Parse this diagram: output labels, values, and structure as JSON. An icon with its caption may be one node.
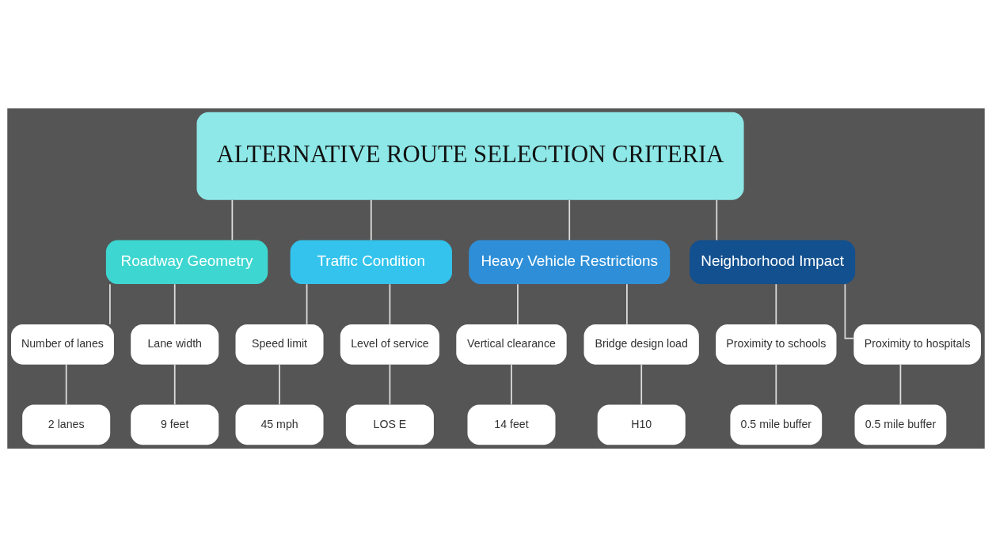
{
  "diagram": {
    "nodes": [
      {
        "text": [
          "ALTERNATIVE ROUTE SELECTION CRITERIA"
        ]
      },
      {
        "text": [
          "Roadway Geometry"
        ]
      },
      {
        "text": [
          "Traffic Condition"
        ]
      },
      {
        "text": [
          "Heavy Vehicle Restrictions"
        ]
      },
      {
        "text": [
          "Neighborhood Impact"
        ]
      },
      {
        "text": [
          "Number of lanes"
        ]
      },
      {
        "text": [
          "Lane width"
        ]
      },
      {
        "text": [
          "Speed limit"
        ]
      },
      {
        "text": [
          "Level of service"
        ]
      },
      {
        "text": [
          "Vertical clearance"
        ]
      },
      {
        "text": [
          "Bridge design load"
        ]
      },
      {
        "text": [
          "Proximity to schools"
        ]
      },
      {
        "text": [
          "Proximity to hospitals"
        ]
      },
      {
        "text": [
          "2 lanes"
        ]
      },
      {
        "text": [
          "9 feet"
        ]
      },
      {
        "text": [
          "45 mph"
        ]
      },
      {
        "text": [
          "LOS E"
        ]
      },
      {
        "text": [
          "14 feet"
        ]
      },
      {
        "text": [
          "H10"
        ]
      },
      {
        "text": [
          "0.5 mile buffer"
        ]
      },
      {
        "text": [
          "0.5 mile buffer"
        ]
      }
    ],
    "edges": [
      {
        "from": 0,
        "to": 1,
        "arrow": "none"
      },
      {
        "from": 0,
        "to": 2,
        "arrow": "none"
      },
      {
        "from": 0,
        "to": 3,
        "arrow": "none"
      },
      {
        "from": 0,
        "to": 4,
        "arrow": "none"
      },
      {
        "from": 1,
        "to": 5,
        "arrow": "none"
      },
      {
        "from": 1,
        "to": 6,
        "arrow": "none"
      },
      {
        "from": 2,
        "to": 7,
        "arrow": "none"
      },
      {
        "from": 2,
        "to": 8,
        "arrow": "none"
      },
      {
        "from": 3,
        "to": 9,
        "arrow": "none"
      },
      {
        "from": 3,
        "to": 10,
        "arrow": "none"
      },
      {
        "from": 4,
        "to": 11,
        "arrow": "none"
      },
      {
        "from": 4,
        "to": 12,
        "arrow": "none"
      },
      {
        "from": 5,
        "to": 13,
        "arrow": "none"
      },
      {
        "from": 6,
        "to": 14,
        "arrow": "none"
      },
      {
        "from": 7,
        "to": 15,
        "arrow": "none"
      },
      {
        "from": 8,
        "to": 16,
        "arrow": "none"
      },
      {
        "from": 9,
        "to": 17,
        "arrow": "none"
      },
      {
        "from": 10,
        "to": 18,
        "arrow": "none"
      },
      {
        "from": 11,
        "to": 19,
        "arrow": "none"
      },
      {
        "from": 12,
        "to": 20,
        "arrow": "none"
      }
    ]
  }
}
